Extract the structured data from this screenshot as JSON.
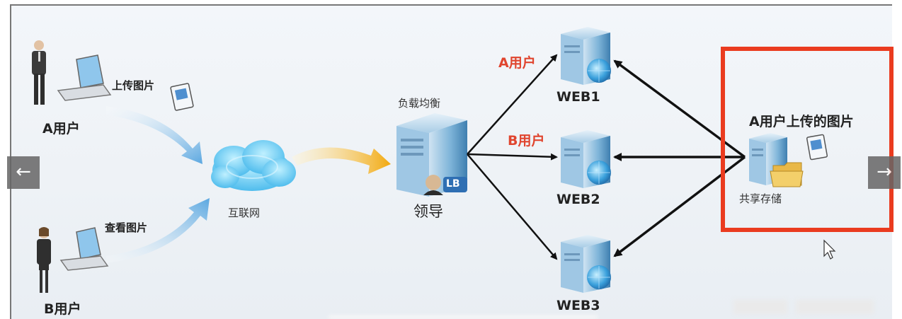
{
  "users": {
    "a_label": "A用户",
    "b_label": "B用户",
    "upload_label": "上传图片",
    "view_label": "查看图片"
  },
  "internet": {
    "label": "互联网"
  },
  "load_balancer": {
    "title": "负载均衡",
    "badge": "LB",
    "label": "领导"
  },
  "routes": {
    "a_user": "A用户",
    "b_user": "B用户"
  },
  "web_servers": [
    "WEB1",
    "WEB2",
    "WEB3"
  ],
  "shared_storage": {
    "caption": "A用户上传的图片",
    "label": "共享存储"
  },
  "navigation": {
    "prev": "←",
    "next": "→"
  },
  "colors": {
    "highlight": "#ea3b1f",
    "route_label": "#e0452f",
    "flow_arrow": "#f2b21c"
  }
}
